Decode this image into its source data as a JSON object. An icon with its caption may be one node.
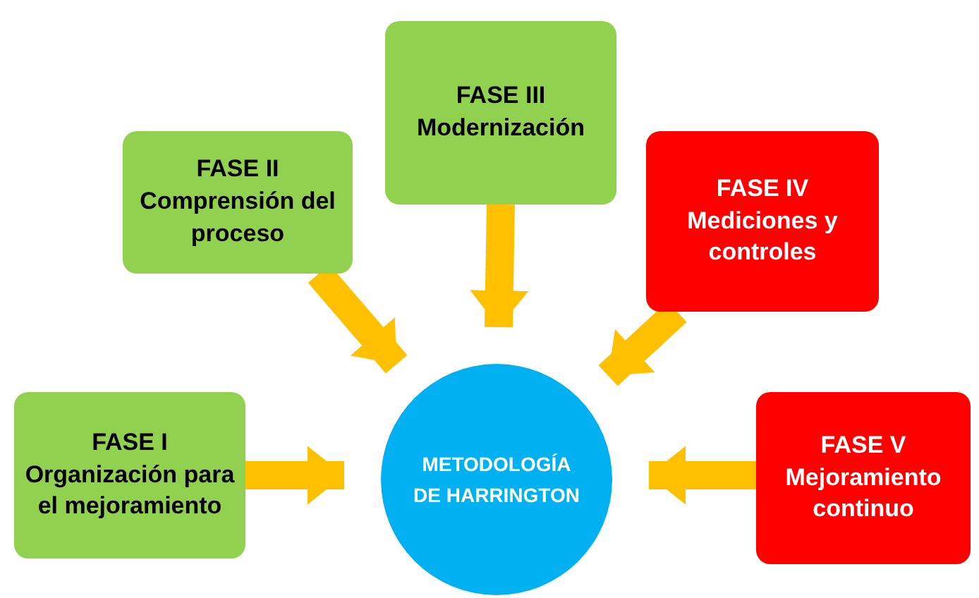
{
  "diagram": {
    "nodes": [
      {
        "text": [
          "FASE I",
          "Organización para el mejoramiento"
        ]
      },
      {
        "text": [
          "FASE II",
          "Comprensión del proceso"
        ]
      },
      {
        "text": [
          "FASE III",
          "Modernización"
        ]
      },
      {
        "text": [
          "FASE IV",
          "Mediciones y controles"
        ]
      },
      {
        "text": [
          "FASE V",
          "Mejoramiento continuo"
        ]
      },
      {
        "text": [
          "METODOLOGÍA DE HARRINGTON"
        ]
      }
    ],
    "edges": [
      {
        "from": 0,
        "to": 5,
        "arrow": "to"
      },
      {
        "from": 1,
        "to": 5,
        "arrow": "to"
      },
      {
        "from": 2,
        "to": 5,
        "arrow": "to"
      },
      {
        "from": 3,
        "to": 5,
        "arrow": "to"
      },
      {
        "from": 4,
        "to": 5,
        "arrow": "to"
      }
    ]
  }
}
